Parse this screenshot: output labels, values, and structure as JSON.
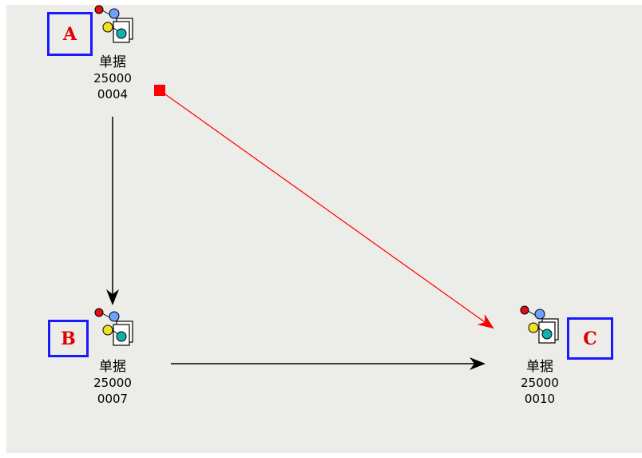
{
  "nodes": [
    {
      "id": "a",
      "tag": "A",
      "title": "单据",
      "number_line1": "25000",
      "number_line2": "0004"
    },
    {
      "id": "b",
      "tag": "B",
      "title": "单据",
      "number_line1": "25000",
      "number_line2": "0007"
    },
    {
      "id": "c",
      "tag": "C",
      "title": "单据",
      "number_line1": "25000",
      "number_line2": "0010"
    }
  ],
  "edges": [
    {
      "from": "A",
      "to": "B",
      "color": "#000000",
      "highlighted": false
    },
    {
      "from": "B",
      "to": "C",
      "color": "#000000",
      "highlighted": false
    },
    {
      "from": "A",
      "to": "C",
      "color": "#ff0000",
      "highlighted": true
    }
  ],
  "colors": {
    "background": "#ecece8",
    "tag_border": "#1a1aff",
    "tag_text": "#e00000",
    "highlight_edge": "#ff0000",
    "default_edge": "#000000"
  },
  "icons": {
    "node_icon": "document-flow-icon"
  }
}
